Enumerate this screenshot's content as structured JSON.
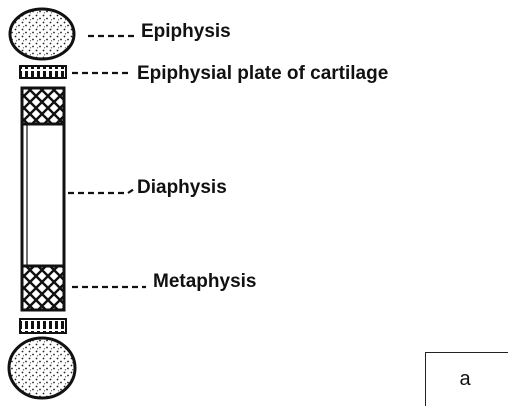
{
  "labels": {
    "epiphysis": "Epiphysis",
    "plate": "Epiphysial plate of cartilage",
    "diaphysis": "Diaphysis",
    "metaphysis": "Metaphysis"
  },
  "figure_letter": "a",
  "colors": {
    "ink": "#111111",
    "background": "#ffffff"
  }
}
